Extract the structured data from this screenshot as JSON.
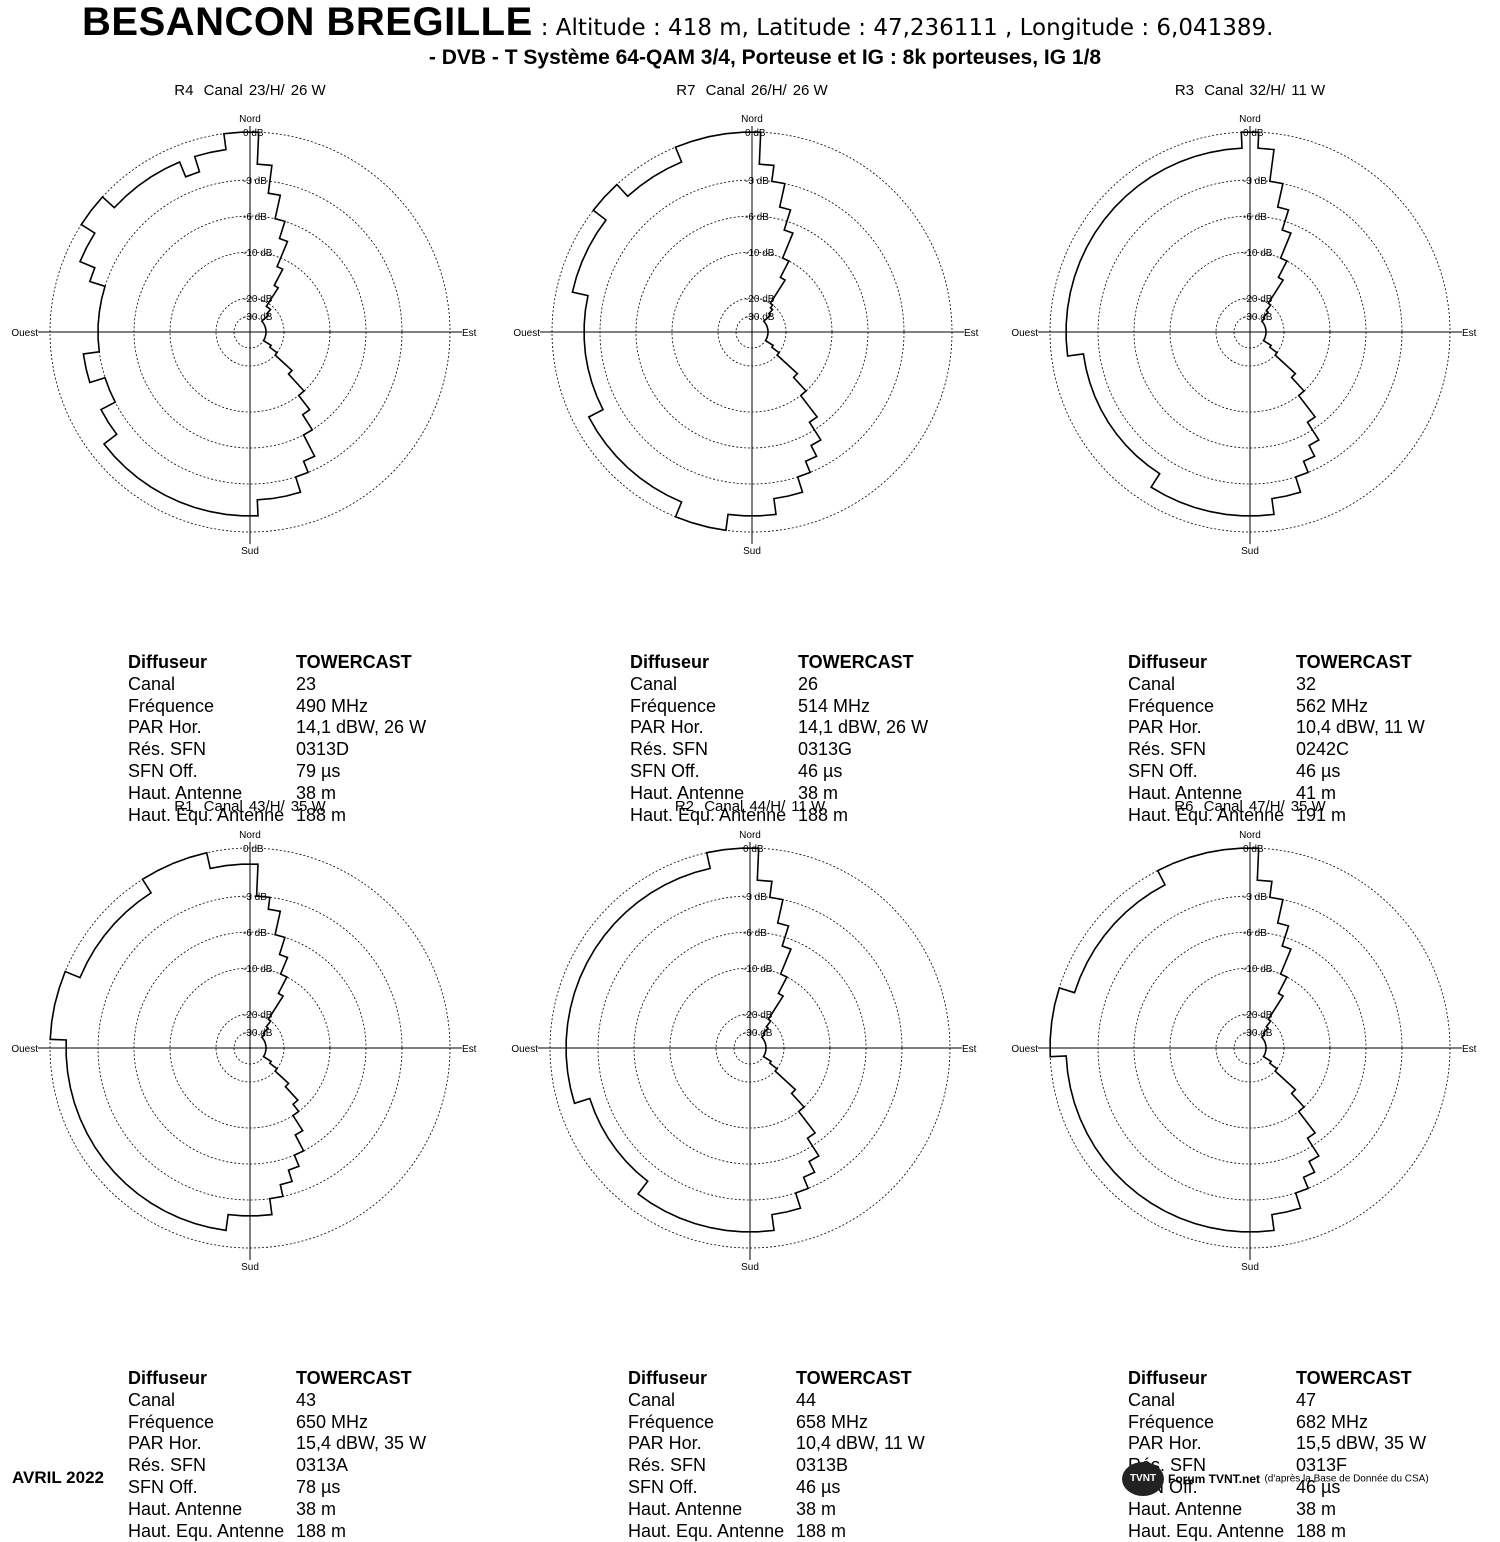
{
  "header": {
    "site_name": "BESANCON BREGILLE",
    "coords": ": Altitude : 418 m, Latitude : 47,236111 , Longitude : 6,041389.",
    "subtitle": "- DVB - T   Système 64-QAM 3/4,  Porteuse et IG : 8k porteuses, IG 1/8"
  },
  "compass": {
    "north": "Nord",
    "south": "Sud",
    "east": "Est",
    "west": "Ouest"
  },
  "ring_labels": [
    "0 dB",
    "-3 dB",
    "-6 dB",
    "-10 dB",
    "-20 dB",
    "-30 dB"
  ],
  "info_labels": [
    "Diffuseur",
    "Canal",
    "Fréquence",
    "PAR Hor.",
    "Rés. SFN",
    "SFN Off.",
    "Haut. Antenne",
    "Haut. Equ. Antenne"
  ],
  "chart_data": [
    {
      "type": "polar",
      "multiplex": "R4",
      "canal_label": "Canal",
      "canal_spec": "23/H/",
      "power": "26 W",
      "radial_scale_db": [
        0,
        -3,
        -6,
        -10,
        -20,
        -30
      ],
      "pattern_db": [
        0,
        -2,
        -4,
        -6,
        -8,
        -12,
        -16,
        -22,
        -22,
        -25,
        -30,
        -30,
        -30,
        -30,
        -30,
        -30,
        -30,
        -30,
        -30,
        -30,
        -30,
        -30,
        -30,
        -30,
        -30,
        -25,
        -20,
        -15,
        -10,
        -8,
        -6,
        -4,
        -3,
        -2,
        -2,
        -2,
        -1,
        -1,
        -1,
        -1,
        -1,
        -1,
        -1,
        -1,
        -1,
        -1,
        -1,
        -2,
        -2,
        -3,
        -3,
        -2,
        -2,
        -3,
        -3,
        -3,
        -3,
        -3,
        -2,
        -1,
        -1,
        0,
        0,
        -1,
        -1,
        -1,
        -1,
        -1,
        -2,
        -1,
        -1,
        0
      ],
      "info": {
        "diffuseur": "TOWERCAST",
        "canal": "23",
        "frequence": "490 MHz",
        "par": "14,1 dBW, 26 W",
        "res_sfn": "0313D",
        "sfn_off": "79 µs",
        "haut_antenne": "38 m",
        "haut_equ": "188 m"
      }
    },
    {
      "type": "polar",
      "multiplex": "R7",
      "canal_label": "Canal",
      "canal_spec": "26/H/",
      "power": "26 W",
      "radial_scale_db": [
        0,
        -3,
        -6,
        -10,
        -20,
        -30
      ],
      "pattern_db": [
        0,
        -2,
        -3,
        -5,
        -7,
        -10,
        -14,
        -20,
        -22,
        -25,
        -30,
        -30,
        -30,
        -30,
        -30,
        -30,
        -30,
        -30,
        -30,
        -30,
        -30,
        -30,
        -30,
        -30,
        -30,
        -25,
        -20,
        -14,
        -10,
        -7,
        -5,
        -4,
        -3,
        -2,
        -2,
        -1,
        -1,
        -1,
        0,
        0,
        0,
        -1,
        -1,
        -1,
        -1,
        -1,
        -1,
        -1,
        -1,
        -2,
        -2,
        -2,
        -2,
        -2,
        -2,
        -2,
        -2,
        -1,
        -1,
        -1,
        -1,
        -1,
        0,
        0,
        -1,
        -1,
        -1,
        -1,
        0,
        0,
        0,
        0
      ],
      "info": {
        "diffuseur": "TOWERCAST",
        "canal": "26",
        "frequence": "514 MHz",
        "par": "14,1 dBW, 26 W",
        "res_sfn": "0313G",
        "sfn_off": "46 µs",
        "haut_antenne": "38 m",
        "haut_equ": "188 m"
      }
    },
    {
      "type": "polar",
      "multiplex": "R3",
      "canal_label": "Canal",
      "canal_spec": "32/H/",
      "power": "11 W",
      "radial_scale_db": [
        0,
        -3,
        -6,
        -10,
        -20,
        -30
      ],
      "pattern_db": [
        0,
        -1,
        -3,
        -5,
        -7,
        -10,
        -14,
        -20,
        -24,
        -28,
        -30,
        -30,
        -30,
        -30,
        -30,
        -30,
        -30,
        -30,
        -30,
        -30,
        -30,
        -30,
        -30,
        -30,
        -30,
        -25,
        -20,
        -14,
        -10,
        -7,
        -5,
        -4,
        -3,
        -2,
        -2,
        -1,
        -1,
        -1,
        -1,
        -1,
        -1,
        -1,
        -1,
        -2,
        -2,
        -2,
        -2,
        -2,
        -2,
        -2,
        -2,
        -2,
        -2,
        -1,
        -1,
        -1,
        -1,
        -1,
        -1,
        -1,
        -1,
        -1,
        -1,
        -1,
        -1,
        -1,
        -1,
        -1,
        -1,
        -1,
        -1,
        -1
      ],
      "info": {
        "diffuseur": "TOWERCAST",
        "canal": "32",
        "frequence": "562 MHz",
        "par": "10,4 dBW, 11 W",
        "res_sfn": "0242C",
        "sfn_off": "46 µs",
        "haut_antenne": "41 m",
        "haut_equ": "191 m"
      }
    },
    {
      "type": "polar",
      "multiplex": "R1",
      "canal_label": "Canal",
      "canal_spec": "43/H/",
      "power": "35 W",
      "radial_scale_db": [
        0,
        -3,
        -6,
        -10,
        -20,
        -30
      ],
      "pattern_db": [
        -1,
        -3,
        -4,
        -6,
        -8,
        -10,
        -14,
        -20,
        -24,
        -28,
        -30,
        -30,
        -30,
        -30,
        -30,
        -30,
        -30,
        -30,
        -30,
        -30,
        -30,
        -30,
        -30,
        -30,
        -30,
        -25,
        -20,
        -16,
        -12,
        -10,
        -8,
        -6,
        -5,
        -4,
        -3,
        -2,
        -2,
        -2,
        -1,
        -1,
        -1,
        -1,
        -1,
        -1,
        -1,
        -1,
        -1,
        -1,
        -1,
        -1,
        -1,
        -1,
        -1,
        -1,
        -1,
        0,
        0,
        0,
        0,
        -1,
        -1,
        -1,
        -1,
        -1,
        -1,
        -1,
        0,
        0,
        0,
        0,
        -1,
        -1
      ],
      "info": {
        "diffuseur": "TOWERCAST",
        "canal": "43",
        "frequence": "650 MHz",
        "par": "15,4 dBW, 35 W",
        "res_sfn": "0313A",
        "sfn_off": "78 µs",
        "haut_antenne": "38 m",
        "haut_equ": "188 m"
      }
    },
    {
      "type": "polar",
      "multiplex": "R2",
      "canal_label": "Canal",
      "canal_spec": "44/H/",
      "power": "11 W",
      "radial_scale_db": [
        0,
        -3,
        -6,
        -10,
        -20,
        -30
      ],
      "pattern_db": [
        0,
        -2,
        -3,
        -5,
        -7,
        -10,
        -14,
        -20,
        -24,
        -28,
        -30,
        -30,
        -30,
        -30,
        -30,
        -30,
        -30,
        -30,
        -30,
        -30,
        -30,
        -30,
        -30,
        -30,
        -30,
        -25,
        -20,
        -14,
        -10,
        -7,
        -5,
        -4,
        -3,
        -2,
        -2,
        -1,
        -1,
        -1,
        -1,
        -1,
        -1,
        -1,
        -1,
        -1,
        -2,
        -2,
        -2,
        -2,
        -2,
        -2,
        -2,
        -1,
        -1,
        -1,
        -1,
        -1,
        -1,
        -1,
        -1,
        -1,
        -1,
        -1,
        -1,
        -1,
        -1,
        -1,
        -1,
        -1,
        -1,
        -1,
        0,
        0
      ],
      "info": {
        "diffuseur": "TOWERCAST",
        "canal": "44",
        "frequence": "658 MHz",
        "par": "10,4 dBW, 11 W",
        "res_sfn": "0313B",
        "sfn_off": "46 µs",
        "haut_antenne": "38 m",
        "haut_equ": "188 m"
      }
    },
    {
      "type": "polar",
      "multiplex": "R6",
      "canal_label": "Canal",
      "canal_spec": "47/H/",
      "power": "35 W",
      "radial_scale_db": [
        0,
        -3,
        -6,
        -10,
        -20,
        -30
      ],
      "pattern_db": [
        0,
        -2,
        -3,
        -5,
        -7,
        -10,
        -14,
        -20,
        -24,
        -28,
        -30,
        -30,
        -30,
        -30,
        -30,
        -30,
        -30,
        -30,
        -30,
        -30,
        -30,
        -30,
        -30,
        -30,
        -30,
        -25,
        -20,
        -14,
        -10,
        -7,
        -5,
        -4,
        -3,
        -2,
        -2,
        -1,
        -1,
        -1,
        -1,
        -1,
        -1,
        -1,
        -1,
        -1,
        -1,
        -1,
        -1,
        -1,
        -1,
        -1,
        -1,
        -1,
        -1,
        -1,
        0,
        0,
        0,
        0,
        -1,
        -1,
        -1,
        -1,
        -1,
        -1,
        -1,
        -1,
        -1,
        0,
        0,
        0,
        0,
        0
      ],
      "info": {
        "diffuseur": "TOWERCAST",
        "canal": "47",
        "frequence": "682 MHz",
        "par": "15,5 dBW, 35 W",
        "res_sfn": "0313F",
        "sfn_off": "46 µs",
        "haut_antenne": "38 m",
        "haut_equ": "188 m"
      }
    }
  ],
  "footer": {
    "date": "AVRIL 2022",
    "logo_text": "TVNT",
    "forum": "Forum TVNT.net",
    "note": "(d'après la Base de Donnée du CSA)"
  }
}
